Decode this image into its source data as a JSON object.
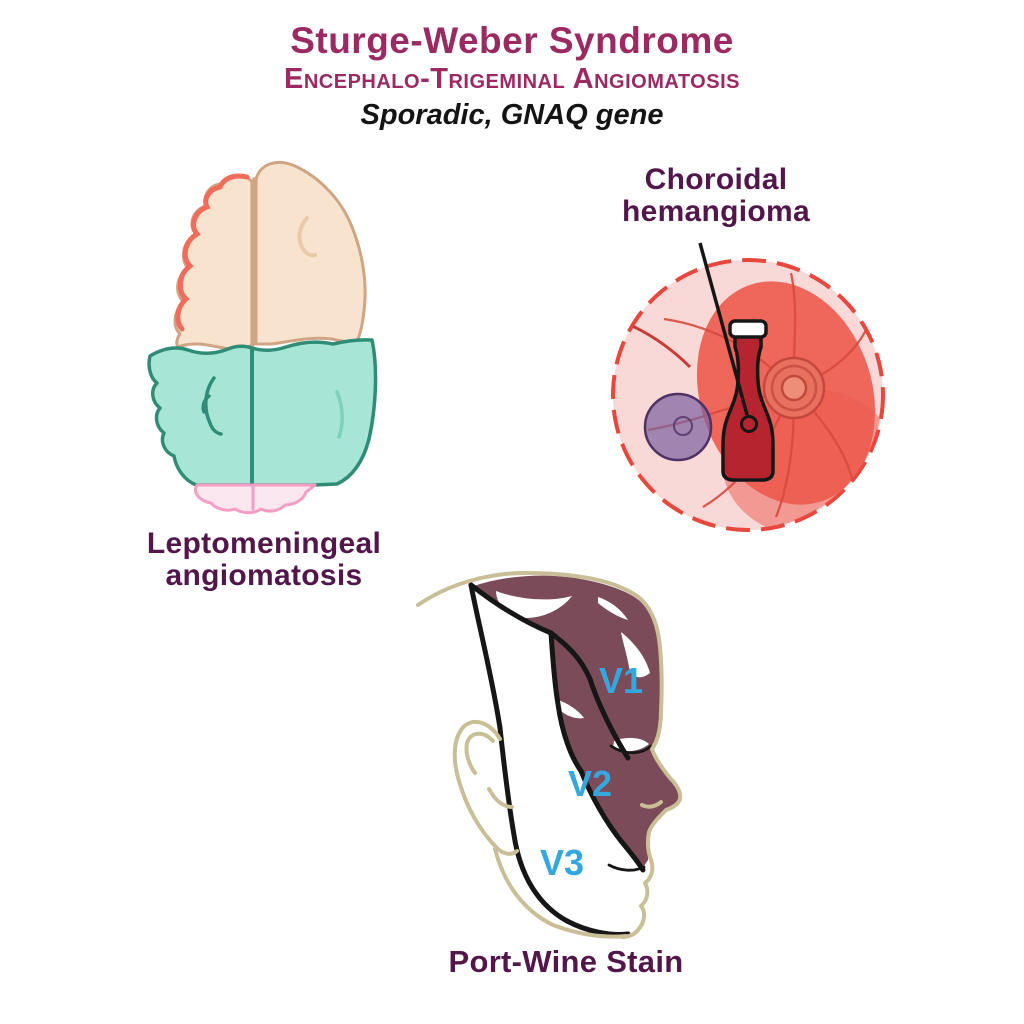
{
  "header": {
    "title": "Sturge-Weber Syndrome",
    "subtitle": "Encephalo-Trigeminal Angiomatosis",
    "etiology": "Sporadic, GNAQ gene"
  },
  "annotations": {
    "brain_caption_line1": "Leptomeningeal",
    "brain_caption_line2": "angiomatosis",
    "eye_caption_line1": "Choroidal",
    "eye_caption_line2": "hemangioma",
    "face_caption": "Port-Wine Stain",
    "dermatome_v1": "V1",
    "dermatome_v2": "V2",
    "dermatome_v3": "V3"
  },
  "colors": {
    "title_magenta": "#9B2A62",
    "caption_purple": "#53164B",
    "text_black": "#141414",
    "line_black": "#161616",
    "dermatome_blue": "#35A7DF",
    "brain_frontal_fill": "#F7E3CE",
    "brain_frontal_outline": "#CFA584",
    "brain_frontal_sulcus": "#EACBA9",
    "brain_angioma_coral": "#F26B5B",
    "brain_posterior_fill": "#A7E6D6",
    "brain_posterior_outline": "#2F8C76",
    "brain_posterior_sulcus": "#7FD0BC",
    "cerebellum_fill": "#FBE7F0",
    "cerebellum_outline": "#F49EC6",
    "fundus_fill": "#F9D8D8",
    "fundus_outline": "#E8473C",
    "hemangioma_red": "#ED5A4D",
    "vessel_red": "#D74A3D",
    "vessel_dark": "#C93A34",
    "optic_disc_fill": "#E7705F",
    "optic_cup_fill": "#EE8D78",
    "optic_disc_ring": "#C4483E",
    "macula_purple": "#7E64A0",
    "macula_outline": "#503166",
    "bottle_red": "#B6242F",
    "stain_plum": "#7B4B59",
    "face_outline_tan": "#C9BE96"
  }
}
